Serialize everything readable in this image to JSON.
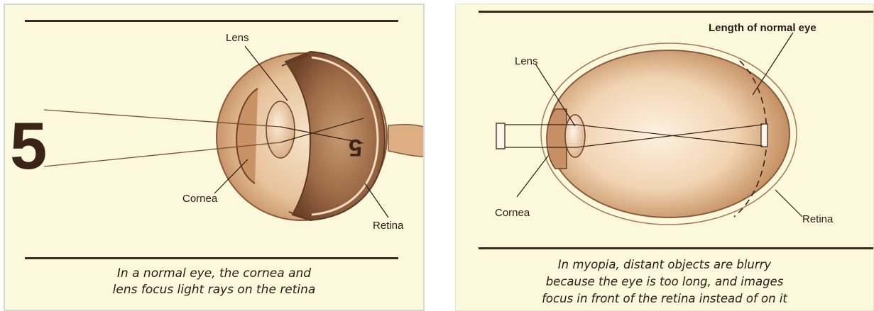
{
  "left_panel": {
    "object_glyph": "5",
    "image_glyph": "5",
    "labels": {
      "lens": "Lens",
      "cornea": "Cornea",
      "retina": "Retina"
    },
    "caption": [
      "In a normal eye, the cornea and",
      "lens focus light rays on the retina"
    ]
  },
  "right_panel": {
    "labels": {
      "length": "Length of normal eye",
      "lens": "Lens",
      "cornea": "Cornea",
      "retina": "Retina"
    },
    "caption": [
      "In myopia, distant objects are blurry",
      "because the eye is too long, and images",
      "focus in front of the retina instead of on it"
    ]
  },
  "colors": {
    "background": "#fcf8dc",
    "ink": "#2a1a14",
    "eye_brown": "#8a5a3c",
    "eye_light": "#f3dcc0"
  }
}
